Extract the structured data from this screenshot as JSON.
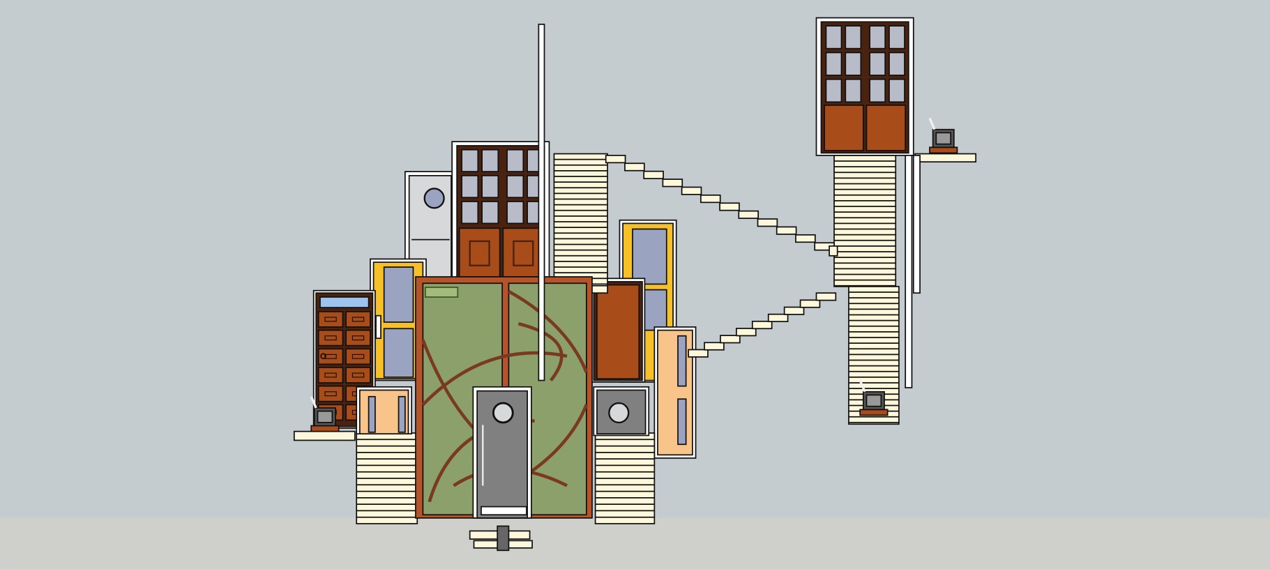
{
  "scene": {
    "colors": {
      "sky": "#c5ccd0",
      "ground": "#cfd0cb",
      "stair": "#fdf8dc",
      "dark_wood": "#4a2210",
      "wood": "#a84c1a",
      "wood_frame": "#b5532a",
      "green_panel": "#8ba06a",
      "glass": "#9aa3c0",
      "light_glass": "#9cc4ee",
      "yellow": "#f5c02a",
      "orange_light": "#f8c48a",
      "grey_door": "#808080",
      "light_grey": "#d6d8da",
      "outline": "#111111"
    },
    "objects": [
      "cabinet-door",
      "grey-porthole-door",
      "yellow-glass-door",
      "brown-window-double-door",
      "green-arched-double-door",
      "grey-porthole-door-front",
      "brown-panel-door",
      "yellow-glass-door-right",
      "orange-slot-door",
      "staircases",
      "tower-double-door",
      "monitors"
    ]
  }
}
